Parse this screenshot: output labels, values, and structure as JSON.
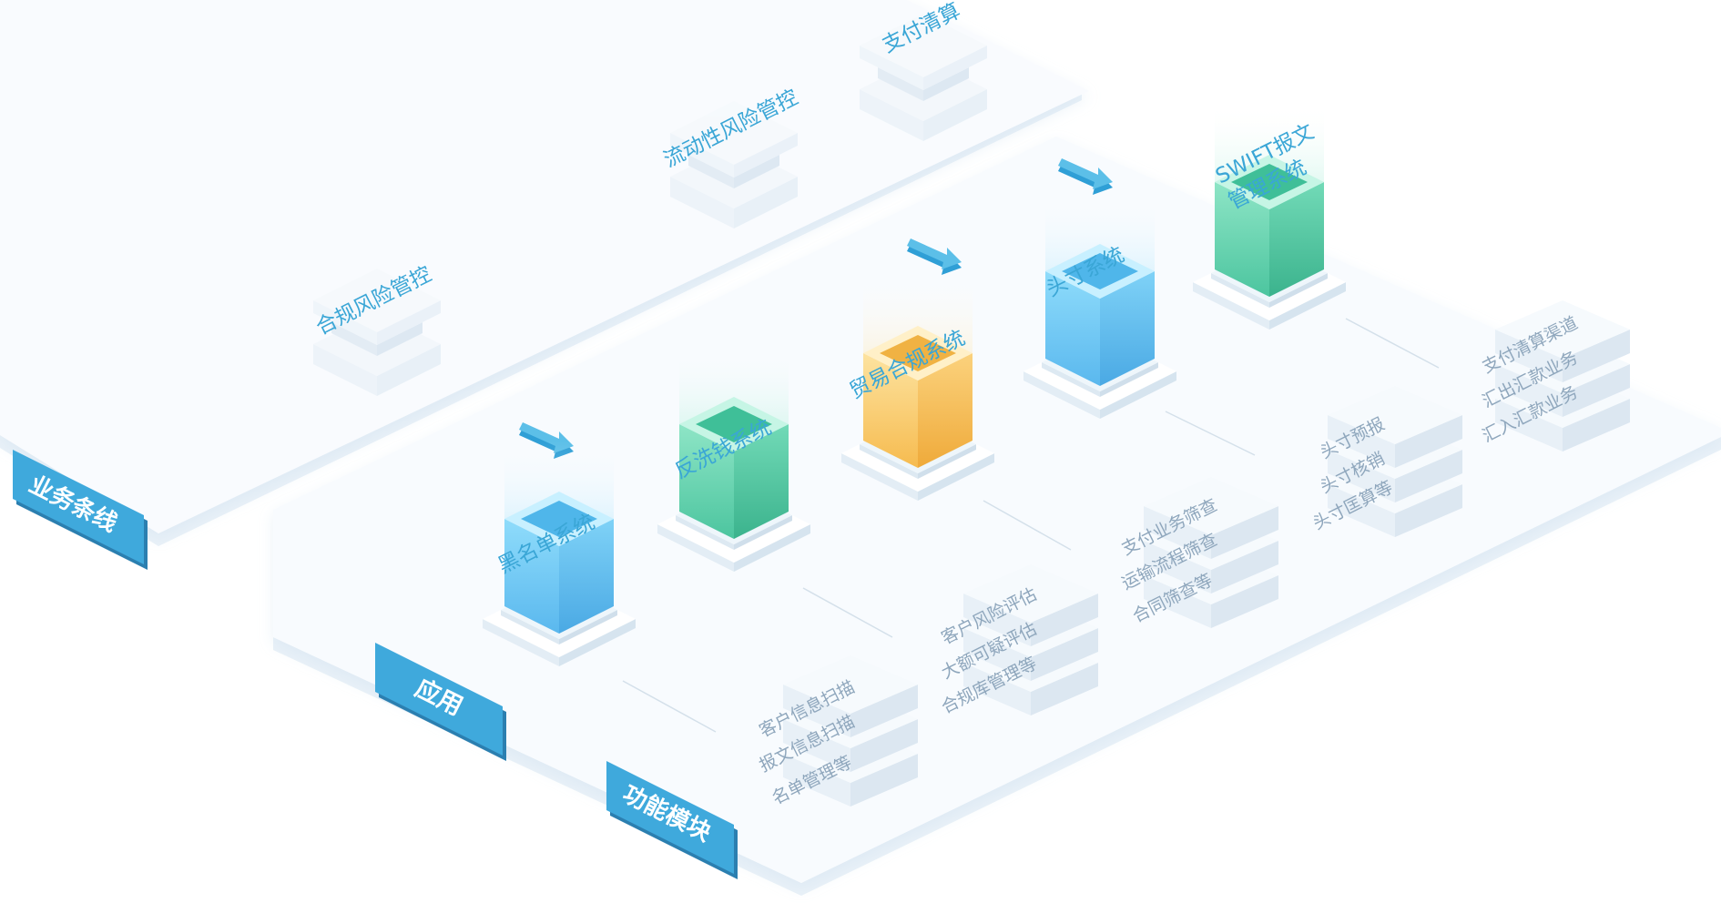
{
  "tags": {
    "business_line": "业务条线",
    "application": "应用",
    "function_module": "功能模块"
  },
  "business_lines": [
    "合规风险管控",
    "流动性风险管控",
    "支付清算"
  ],
  "systems": [
    {
      "name": "黑名单系统",
      "color": "blue",
      "modules": [
        "客户信息扫描",
        "报文信息扫描",
        "名单管理等"
      ]
    },
    {
      "name": "反洗钱系统",
      "color": "green",
      "modules": [
        "客户风险评估",
        "大额可疑评估",
        "合规库管理等"
      ]
    },
    {
      "name": "贸易合规系统",
      "color": "orange",
      "modules": [
        "支付业务筛查",
        "运输流程筛查",
        "合同筛查等"
      ]
    },
    {
      "name": "头寸系统",
      "color": "blue",
      "modules": [
        "头寸预报",
        "头寸核销",
        "头寸匡算等"
      ]
    },
    {
      "name_lines": [
        "SWIFT报文",
        "管理系统"
      ],
      "color": "green",
      "modules": [
        "支付清算渠道",
        "汇出汇款业务",
        "汇入汇款业务"
      ]
    }
  ],
  "colors": {
    "tag_blue": "#3fa9dc",
    "tag_side": "#2b7fb0",
    "label_text": "#3aa6d6",
    "module_text": "#8ea6bc",
    "arrow": "#5cbfe8",
    "cube_blue": "#69c8f2",
    "cube_green": "#5ed1ae",
    "cube_orange": "#f8c562",
    "platform": "#f8fbfe"
  }
}
